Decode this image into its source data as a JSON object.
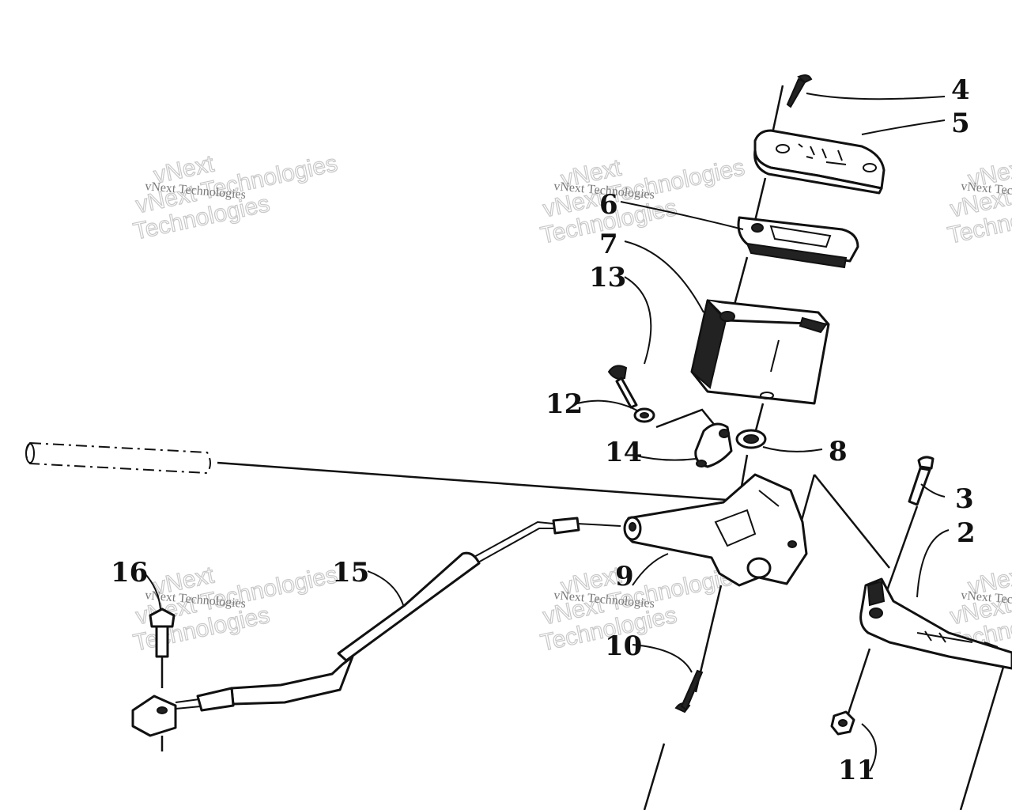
{
  "callouts": {
    "c2": "2",
    "c3": "3",
    "c4": "4",
    "c5": "5",
    "c6": "6",
    "c7": "7",
    "c8": "8",
    "c9": "9",
    "c10": "10",
    "c11": "11",
    "c12": "12",
    "c13": "13",
    "c14": "14",
    "c15": "15",
    "c16": "16"
  },
  "watermark": {
    "line_short": "vNext",
    "line_full": "vNext Technologies",
    "line_tech": "Technologies"
  }
}
